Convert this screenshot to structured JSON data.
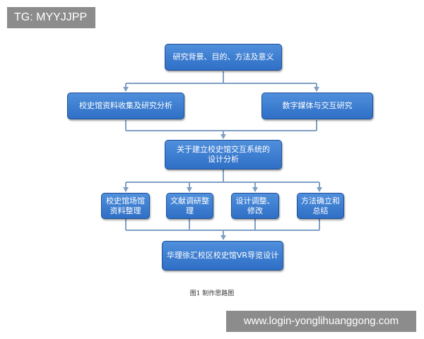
{
  "watermarks": {
    "top": "TG: MYYJJPP",
    "bottom": "www.login-yonglihuanggong.com"
  },
  "nodes": {
    "root": "研究背景、目的、方法及意义",
    "left": "校史馆资料收集及研究分析",
    "right": "数字媒体与交互研究",
    "middle": "关于建立校史馆交互系统的设计分析",
    "sub1": "校史馆场馆资料整理",
    "sub2": "文献调研整理",
    "sub3": "设计调整、修改",
    "sub4": "方法确立和总结",
    "final": "华理徐汇校区校史馆VR导览设计"
  },
  "caption": "图1 制作思路图",
  "colors": {
    "node": "#3a7bd5",
    "border": "#1f4f96",
    "connector": "#7f9fc4"
  }
}
